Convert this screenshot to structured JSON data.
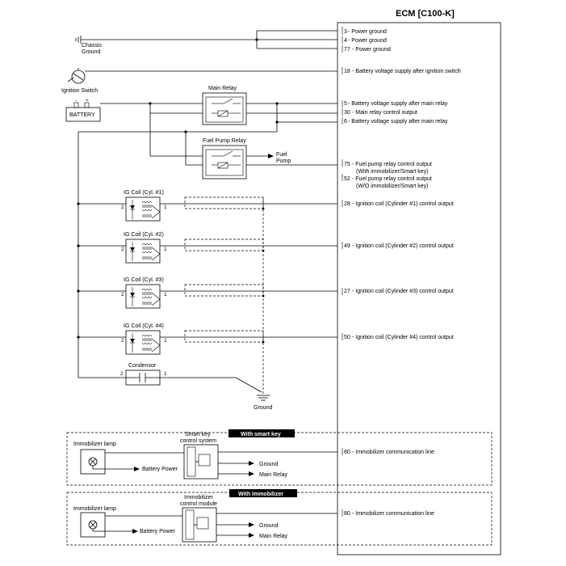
{
  "ecm": {
    "title": "ECM [C100-K]"
  },
  "ground_pins": [
    {
      "pin": "3",
      "label": "- Power ground"
    },
    {
      "pin": "4",
      "label": "- Power ground"
    },
    {
      "pin": "77",
      "label": "- Power ground"
    }
  ],
  "chassis_ground": {
    "line1": "Chassis",
    "line2": "Ground"
  },
  "ignition_switch": {
    "label": "Ignition Switch",
    "pin": "18",
    "pin_label": "- Battery voltage supply after ignition switch"
  },
  "battery": {
    "label": "BATTERY",
    "minus": "-",
    "plus": "+"
  },
  "main_relay": {
    "label": "Main Relay",
    "pins": [
      {
        "pin": "5",
        "label": "- Battery voltage supply after main relay"
      },
      {
        "pin": "30",
        "label": "- Main relay control output"
      },
      {
        "pin": "6",
        "label": "- Battery voltage supply after main relay"
      }
    ]
  },
  "fuel_pump_relay": {
    "label": "Fuel Pump Relay",
    "out_line1": "Fuel",
    "out_line2": "Pump",
    "pins": [
      {
        "pin": "75",
        "line1": "- Fuel pump relay control output",
        "line2": "(With immobilizer/Smart key)"
      },
      {
        "pin": "52",
        "line1": "- Fuel pump relay control output",
        "line2": "(W/O immobilizer/Smart key)"
      }
    ]
  },
  "ig_coils": [
    {
      "label": "IG Coil (Cyl. #1)",
      "left_pin": "2",
      "right_pin": "1",
      "pin": "28",
      "pin_label": "- Ignition coil (Cylinder #1) control output"
    },
    {
      "label": "IG Coil (Cyl. #2)",
      "left_pin": "2",
      "right_pin": "1",
      "pin": "49",
      "pin_label": "- Ignition coil (Cylinder #2) control output"
    },
    {
      "label": "IG Coil (Cyl. #3)",
      "left_pin": "2",
      "right_pin": "1",
      "pin": "27",
      "pin_label": "- Ignition coil (Cylinder #3) control output"
    },
    {
      "label": "IG Coil (Cyl. #4)",
      "left_pin": "2",
      "right_pin": "1",
      "pin": "50",
      "pin_label": "- Ignition coil (Cylinder #4) control output"
    }
  ],
  "condensor": {
    "label": "Condensor",
    "left_pin": "2",
    "right_pin": "1"
  },
  "ground": {
    "label": "Ground"
  },
  "smart_key": {
    "header": "With smart key",
    "lamp_label": "Immobilizer lamp",
    "module_line1": "Smart key",
    "module_line2": "control system",
    "battery_power": "Battery Power",
    "ground": "Ground",
    "main_relay": "Main Relay",
    "pin": "80",
    "pin_label": "- Immobilizer communication line"
  },
  "immobilizer": {
    "header": "With Immobilizer",
    "lamp_label": "Immobilizer lamp",
    "module_line1": "Immobilizer",
    "module_line2": "control module",
    "battery_power": "Battery Power",
    "ground": "Ground",
    "main_relay": "Main Relay",
    "pin": "80",
    "pin_label": "- Immobilizer communication line"
  }
}
